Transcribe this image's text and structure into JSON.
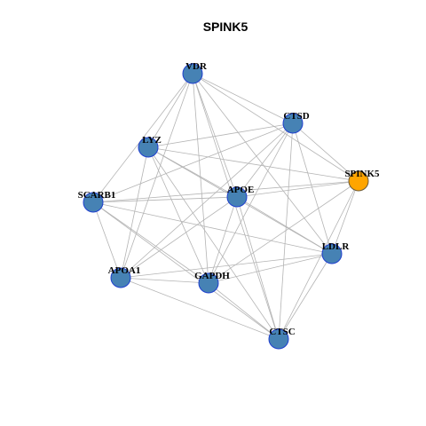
{
  "title": "SPINK5",
  "colors": {
    "node_fill": "#4682b4",
    "node_stroke": "#1f3fcf",
    "highlight_fill": "#ffa500",
    "highlight_stroke": "#6b5a3a",
    "edge": "#b4b4b4"
  },
  "nodes": [
    {
      "id": "VDR",
      "label": "VDR",
      "highlight": false
    },
    {
      "id": "CTSD",
      "label": "CTSD",
      "highlight": false
    },
    {
      "id": "LYZ",
      "label": "LYZ",
      "highlight": false
    },
    {
      "id": "SPINK5",
      "label": "SPINK5",
      "highlight": true
    },
    {
      "id": "SCARB1",
      "label": "SCARB1",
      "highlight": false
    },
    {
      "id": "APOE",
      "label": "APOE",
      "highlight": false
    },
    {
      "id": "LDLR",
      "label": "LDLR",
      "highlight": false
    },
    {
      "id": "APOA1",
      "label": "APOA1",
      "highlight": false
    },
    {
      "id": "GAPDH",
      "label": "GAPDH",
      "highlight": false
    },
    {
      "id": "CTSC",
      "label": "CTSC",
      "highlight": false
    }
  ],
  "edges": [
    [
      "VDR",
      "CTSD"
    ],
    [
      "VDR",
      "LYZ"
    ],
    [
      "VDR",
      "SPINK5"
    ],
    [
      "VDR",
      "SCARB1"
    ],
    [
      "VDR",
      "APOE"
    ],
    [
      "VDR",
      "LDLR"
    ],
    [
      "VDR",
      "APOA1"
    ],
    [
      "VDR",
      "GAPDH"
    ],
    [
      "VDR",
      "CTSC"
    ],
    [
      "CTSD",
      "LYZ"
    ],
    [
      "CTSD",
      "SPINK5"
    ],
    [
      "CTSD",
      "SCARB1"
    ],
    [
      "CTSD",
      "APOE"
    ],
    [
      "CTSD",
      "LDLR"
    ],
    [
      "CTSD",
      "APOA1"
    ],
    [
      "CTSD",
      "GAPDH"
    ],
    [
      "CTSD",
      "CTSC"
    ],
    [
      "LYZ",
      "SPINK5"
    ],
    [
      "LYZ",
      "APOE"
    ],
    [
      "LYZ",
      "LDLR"
    ],
    [
      "LYZ",
      "APOA1"
    ],
    [
      "LYZ",
      "GAPDH"
    ],
    [
      "LYZ",
      "CTSC"
    ],
    [
      "SPINK5",
      "SCARB1"
    ],
    [
      "SPINK5",
      "APOE"
    ],
    [
      "SPINK5",
      "LDLR"
    ],
    [
      "SPINK5",
      "GAPDH"
    ],
    [
      "SPINK5",
      "CTSC"
    ],
    [
      "SCARB1",
      "APOE"
    ],
    [
      "SCARB1",
      "LDLR"
    ],
    [
      "SCARB1",
      "APOA1"
    ],
    [
      "SCARB1",
      "GAPDH"
    ],
    [
      "SCARB1",
      "CTSC"
    ],
    [
      "APOE",
      "LDLR"
    ],
    [
      "APOE",
      "APOA1"
    ],
    [
      "APOE",
      "GAPDH"
    ],
    [
      "APOE",
      "CTSC"
    ],
    [
      "LDLR",
      "APOA1"
    ],
    [
      "LDLR",
      "GAPDH"
    ],
    [
      "LDLR",
      "CTSC"
    ],
    [
      "APOA1",
      "GAPDH"
    ],
    [
      "APOA1",
      "CTSC"
    ],
    [
      "GAPDH",
      "CTSC"
    ]
  ]
}
